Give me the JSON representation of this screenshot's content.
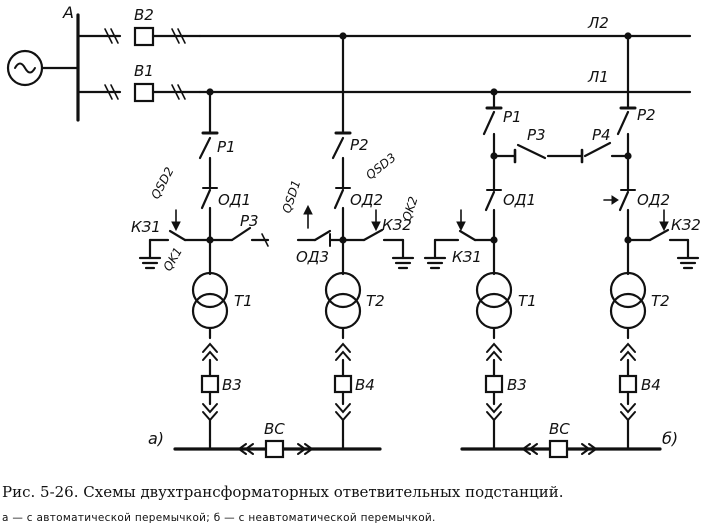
{
  "labels": {
    "A": "A",
    "L1": "Л1",
    "L2": "Л2",
    "B1": "В1",
    "B2": "В2",
    "a_P1": "Р1",
    "a_P2": "Р2",
    "a_P3": "Р3",
    "a_OD1": "ОД1",
    "a_OD2": "ОД2",
    "a_OD3": "ОД3",
    "a_KZ1": "КЗ1",
    "a_KZ2": "КЗ2",
    "a_T1": "Т1",
    "a_T2": "Т2",
    "a_B3": "В3",
    "a_B4": "В4",
    "a_BC": "ВС",
    "a_tag": "а)",
    "b_P1": "Р1",
    "b_P2": "Р2",
    "b_P3": "Р3",
    "b_P4": "Р4",
    "b_OD1": "ОД1",
    "b_OD2": "ОД2",
    "b_KZ1": "КЗ1",
    "b_KZ2": "КЗ2",
    "b_T1": "Т1",
    "b_T2": "Т2",
    "b_B3": "В3",
    "b_B4": "В4",
    "b_BC": "ВС",
    "b_tag": "б)",
    "hand_QSD2": "QSD2",
    "hand_QSD1": "QSD1",
    "hand_QSD3": "QSD3",
    "hand_QK1": "QK1",
    "hand_QK2": "QK2"
  },
  "caption": {
    "title": "Рис. 5-26. Схемы двухтрансформаторных ответвительных подстанций.",
    "subtitle": "а — с автоматической перемычкой; б — с неавтоматической перемычкой."
  }
}
